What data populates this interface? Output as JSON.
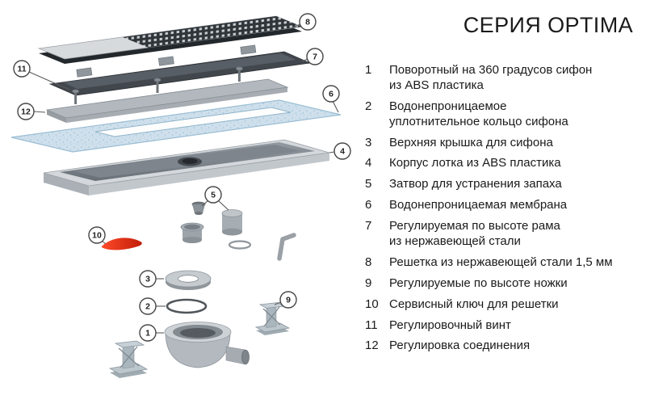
{
  "title": "СЕРИЯ OPTIMA",
  "parts": [
    {
      "num": "1",
      "label": "Поворотный на 360 градусов сифон\nиз ABS пластика"
    },
    {
      "num": "2",
      "label": "Водонепроницаемое\nуплотнительное кольцо сифона"
    },
    {
      "num": "3",
      "label": "Верхняя крышка для сифона"
    },
    {
      "num": "4",
      "label": "Корпус лотка из ABS пластика"
    },
    {
      "num": "5",
      "label": "Затвор для устранения запаха"
    },
    {
      "num": "6",
      "label": "Водонепроницаемая мембрана"
    },
    {
      "num": "7",
      "label": "Регулируемая по высоте рама\nиз нержавеющей стали"
    },
    {
      "num": "8",
      "label": "Решетка из нержавеющей стали 1,5 мм"
    },
    {
      "num": "9",
      "label": "Регулируемые по высоте ножки"
    },
    {
      "num": "10",
      "label": "Сервисный ключ для решетки"
    },
    {
      "num": "11",
      "label": "Регулировочный винт"
    },
    {
      "num": "12",
      "label": "Регулировка соединения"
    }
  ],
  "callouts": {
    "siphon": "1",
    "oring": "2",
    "cover": "3",
    "tray": "4",
    "trap": "5",
    "membrane": "6",
    "frame": "7",
    "grate": "8",
    "feet": "9",
    "service_key": "10",
    "screw": "11",
    "rail": "12"
  },
  "colors": {
    "accent_red_light": "#ff4a2a",
    "accent_red_dark": "#c11d07",
    "membrane_blue": "#cfe0ec"
  }
}
